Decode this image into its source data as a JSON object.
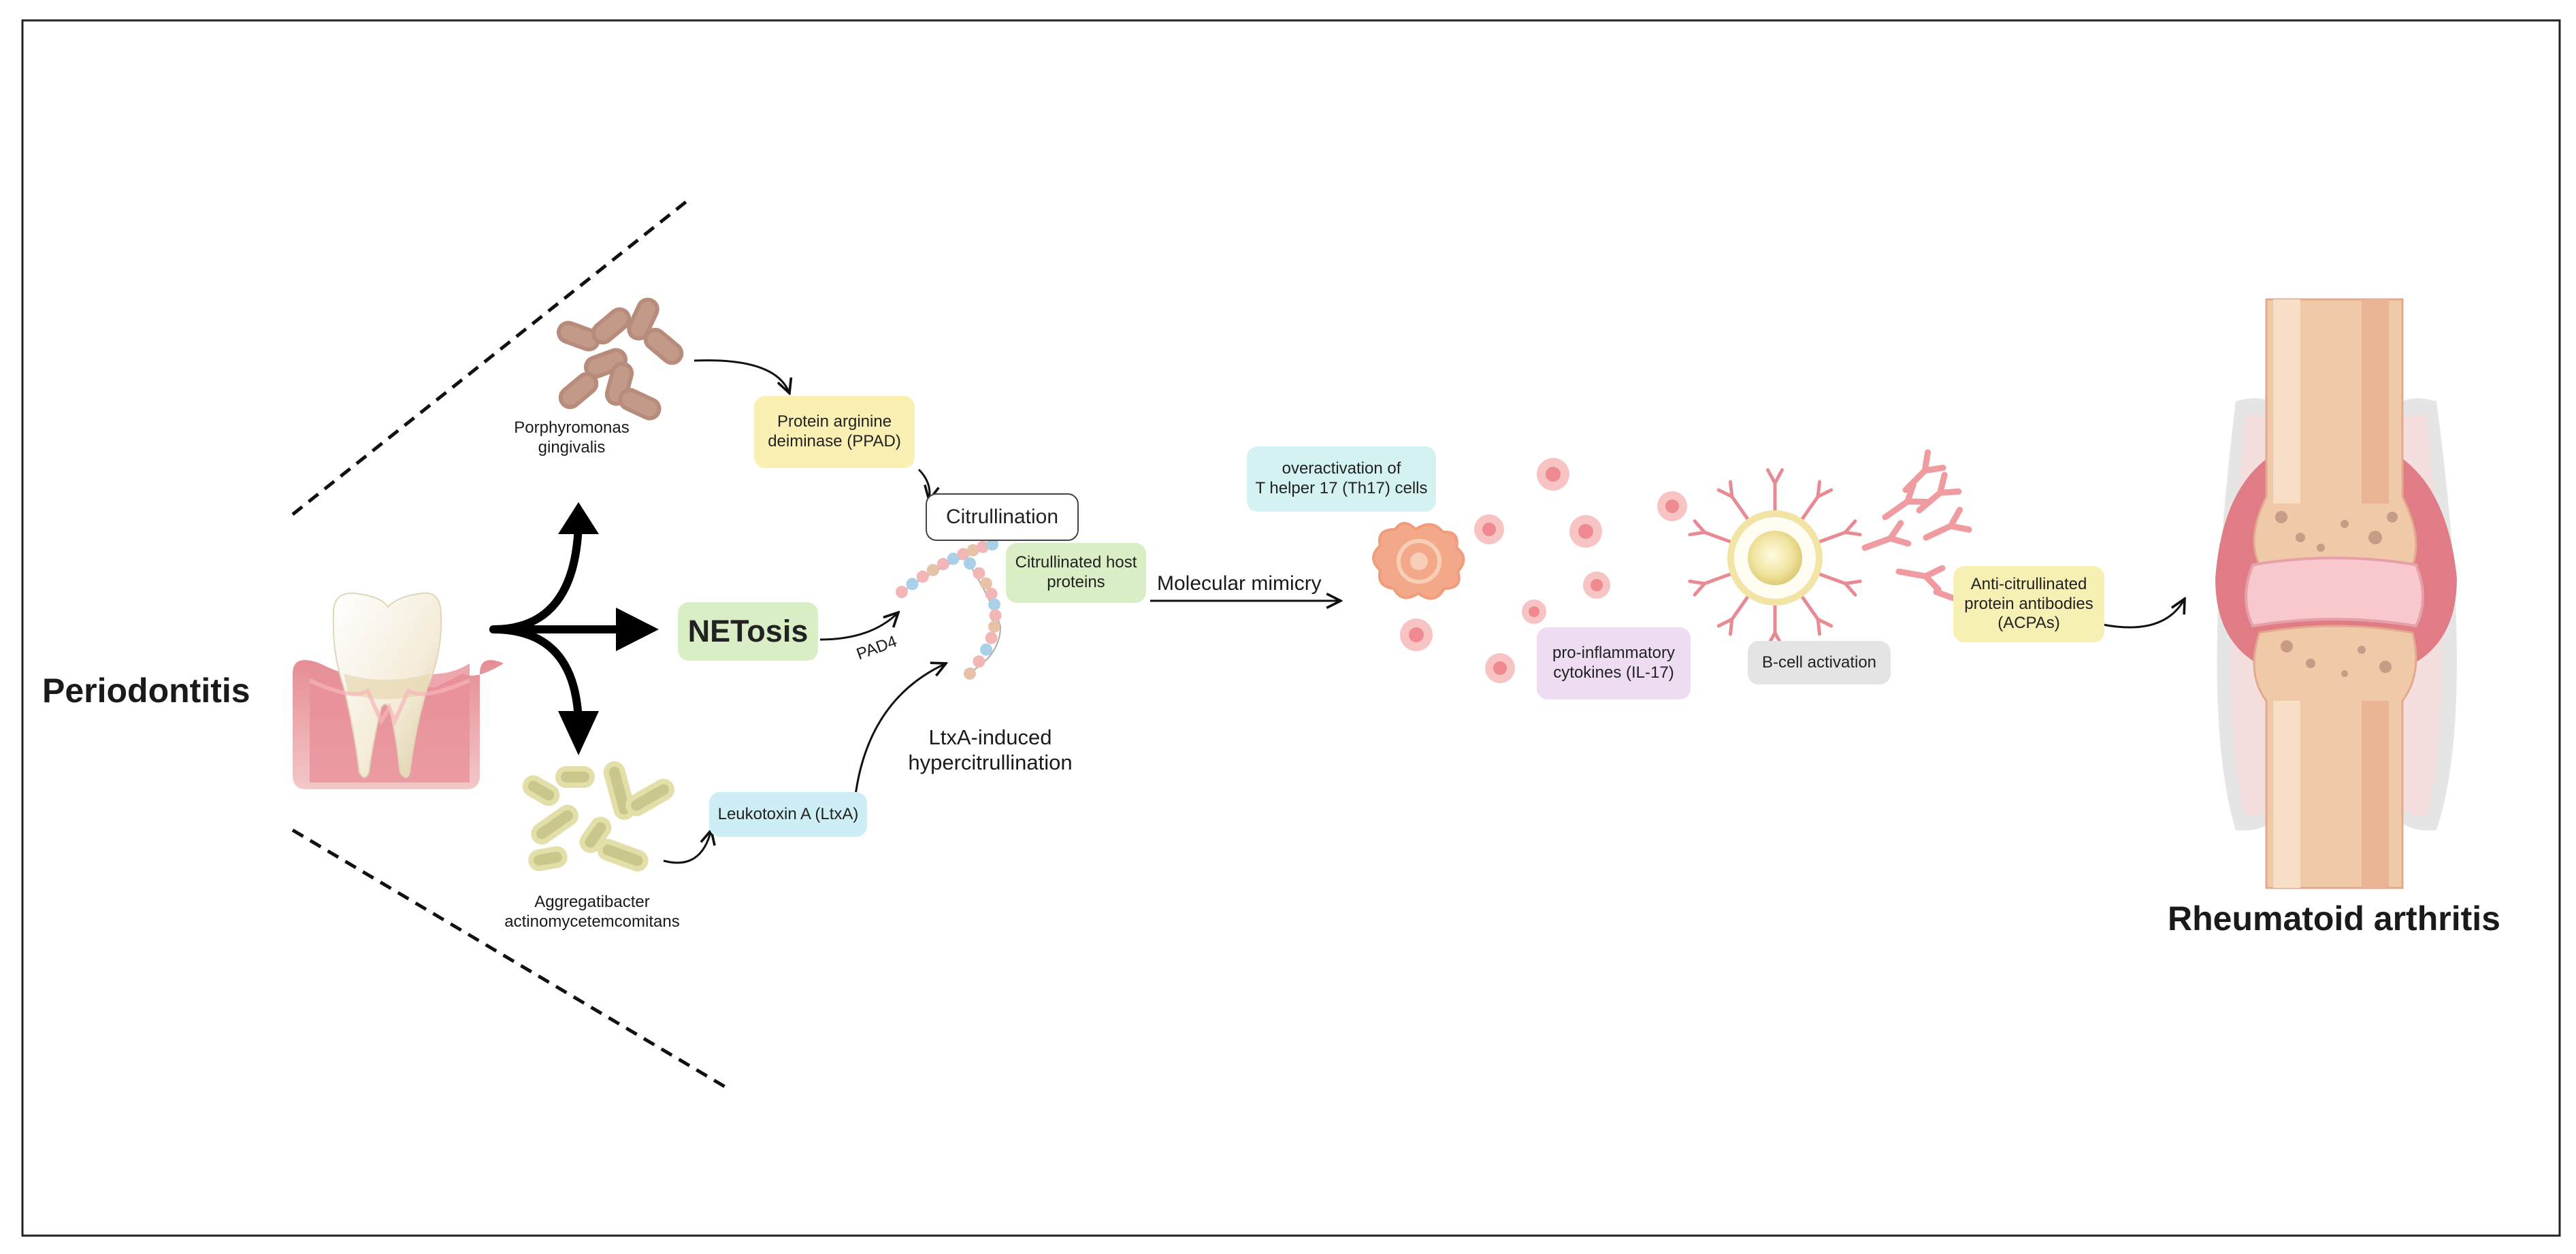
{
  "labels": {
    "periodontitis": "Periodontitis",
    "rheumatoid_arthritis": "Rheumatoid arthritis",
    "porphyromonas": "Porphyromonas\ngingivalis",
    "aggregatibacter": "Aggregatibacter\nactinomycetemcomitans",
    "ppad": "Protein arginine\ndeiminase (PPAD)",
    "citrullination": "Citrullination",
    "netosis": "NETosis",
    "pad4": "PAD4",
    "citrullinated_proteins": "Citrullinated host\nproteins",
    "ltxa": "Leukotoxin A (LtxA)",
    "ltxa_hyper": "LtxA-induced\nhypercitrullination",
    "molecular_mimicry": "Molecular mimicry",
    "th17": "overactivation of\nT helper 17 (Th17) cells",
    "cytokines": "pro-inflammatory\ncytokines (IL-17)",
    "bcell": "B-cell activation",
    "acpa": "Anti-citrullinated\nprotein antibodies\n(ACPAs)"
  },
  "colors": {
    "ppad_box": "#faf0b4",
    "netosis_box": "#d9eec4",
    "citrullinated_box": "#d9eec4",
    "ltxa_box": "#cdeef5",
    "th17_box": "#d5f2f3",
    "cytokines_box": "#eedcf2",
    "bcell_box": "#e4e4e4",
    "acpa_box": "#f7f0b4"
  }
}
